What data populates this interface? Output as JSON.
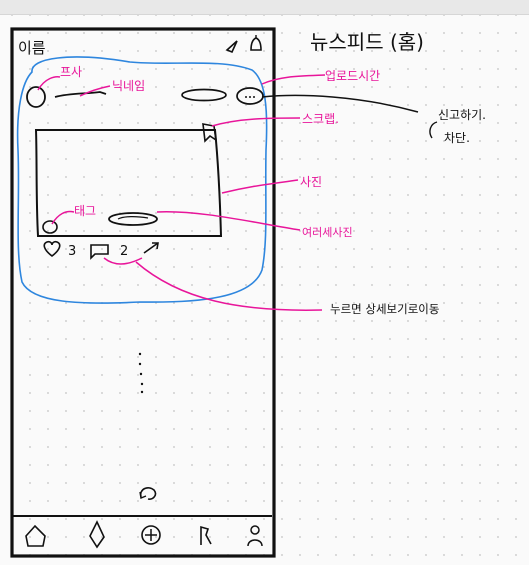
{
  "phone": {
    "username_label": "이름",
    "post": {
      "likes_count": "3",
      "comments_count": "2"
    }
  },
  "page_title": "뉴스피드 (홈)",
  "annotations": {
    "profile": "프사",
    "nickname": "닉네임",
    "upload_time": "업로드시간",
    "scrap": "스크랩.",
    "report": "신고하기.",
    "block": "차단.",
    "photo": "사진",
    "tag": "태그",
    "location": "여러세사진",
    "detail_note": "누르면 상세보기로이동"
  },
  "colors": {
    "ink": "#111111",
    "annotation": "#e8159a",
    "post_outline": "#2e86de"
  },
  "icons": [
    "home-icon",
    "search-icon",
    "add-post-icon",
    "reels-icon",
    "profile-icon"
  ]
}
